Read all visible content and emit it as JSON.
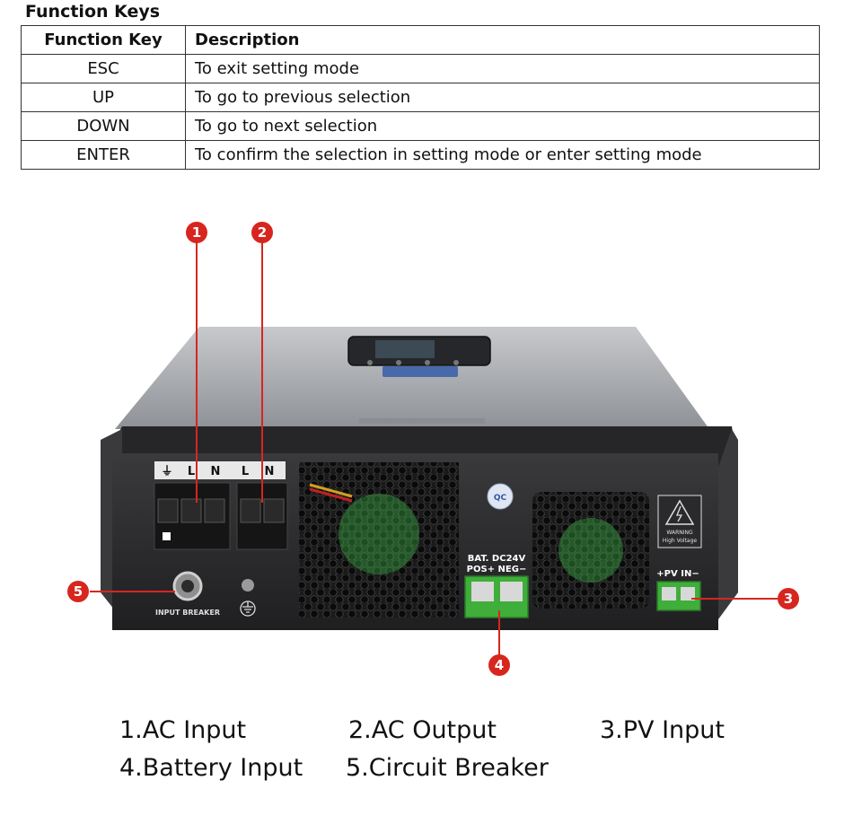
{
  "section_title": "Function Keys",
  "table": {
    "headers": [
      "Function Key",
      "Description"
    ],
    "rows": [
      {
        "key": "ESC",
        "desc": "To exit setting mode"
      },
      {
        "key": "UP",
        "desc": "To go to previous selection"
      },
      {
        "key": "DOWN",
        "desc": "To go to next selection"
      },
      {
        "key": "ENTER",
        "desc": "To confirm the selection in setting mode or enter setting mode"
      }
    ]
  },
  "device_labels": {
    "ac_terminal_l1": "L",
    "ac_terminal_n1": "N",
    "ac_terminal_l2": "L",
    "ac_terminal_n2": "N",
    "battery_label": "BAT. DC24V",
    "battery_polarity": "POS+  NEG−",
    "pv_label": "+PV IN−",
    "warning_line1": "WARNING",
    "warning_line2": "High Voltage",
    "input_breaker": "INPUT BREAKER",
    "badge": "QC"
  },
  "callouts": [
    "1",
    "2",
    "3",
    "4",
    "5"
  ],
  "legend": {
    "item1": "1.AC Input",
    "item2": "2.AC Output",
    "item3": "3.PV Input",
    "item4": "4.Battery Input",
    "item5": "5.Circuit Breaker"
  },
  "colors": {
    "callout_red": "#d7261e",
    "terminal_green": "#3fae3a",
    "panel_black": "#2a2a2c",
    "cover_grey": "#a7aaae"
  }
}
